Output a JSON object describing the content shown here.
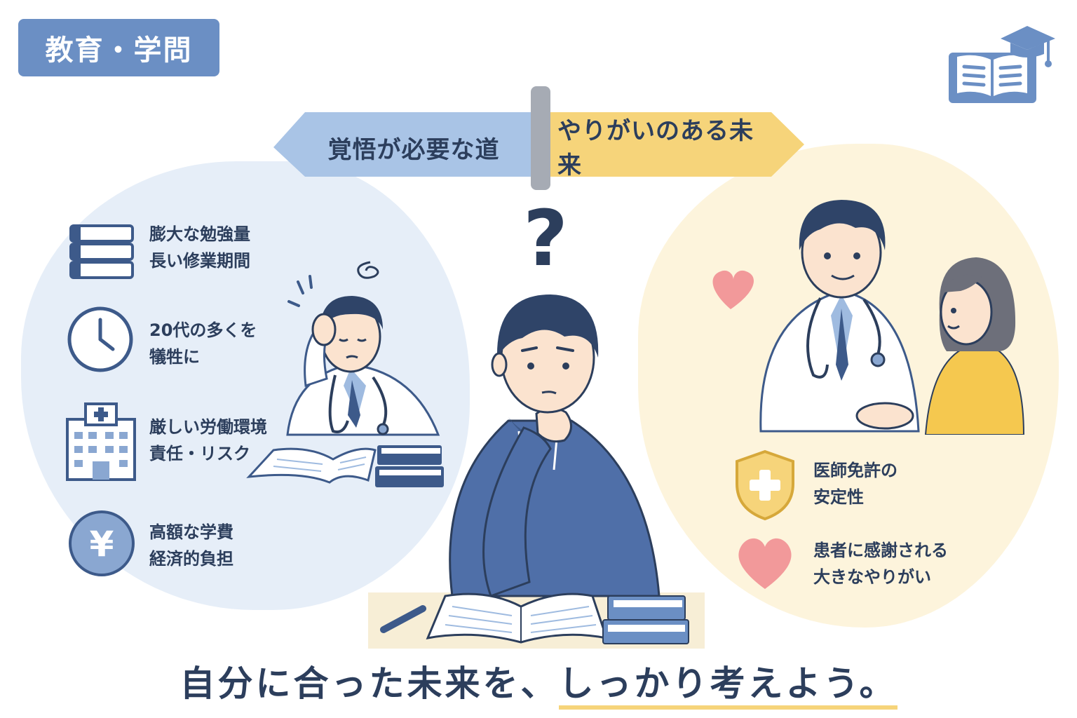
{
  "category": "教育・学問",
  "signpost": {
    "left_label": "覚悟が必要な道",
    "right_label": "やりがいのある未来"
  },
  "challenges": [
    {
      "icon": "books-stack-icon",
      "lines": [
        "膨大な勉強量",
        "長い修業期間"
      ]
    },
    {
      "icon": "clock-icon",
      "lines": [
        "20代の多くを",
        "犠牲に"
      ]
    },
    {
      "icon": "hospital-icon",
      "lines": [
        "厳しい労働環境",
        "責任・リスク"
      ]
    },
    {
      "icon": "yen-coin-icon",
      "lines": [
        "高額な学費",
        "経済的負担"
      ]
    }
  ],
  "rewards": [
    {
      "icon": "shield-cross-icon",
      "lines": [
        "医師免許の",
        "安定性"
      ]
    },
    {
      "icon": "heart-icon",
      "lines": [
        "患者に感謝される",
        "大きなやりがい"
      ]
    }
  ],
  "headline": {
    "main": "自分に合った未来を、",
    "highlight": "しっかり考えよう。"
  },
  "colors": {
    "navy": "#2c3e5c",
    "blue": "#6b8fc4",
    "light_blue": "#e6eef8",
    "yellow": "#f6d47a",
    "cream": "#fdf4dc",
    "pink": "#f2999a"
  }
}
